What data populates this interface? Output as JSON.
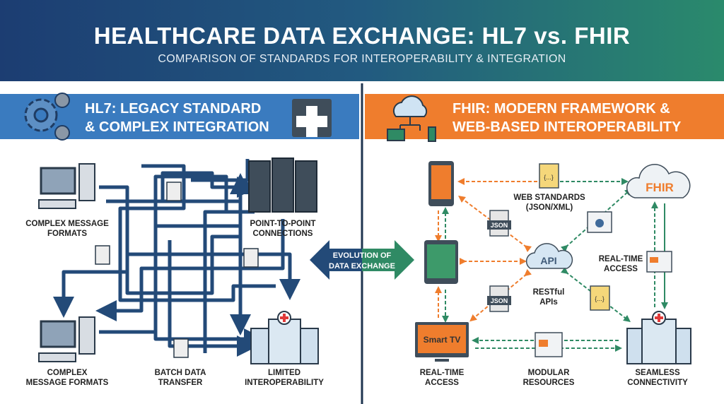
{
  "header": {
    "title": "HEALTHCARE DATA EXCHANGE: HL7 vs. FHIR",
    "subtitle": "COMPARISON OF STANDARDS FOR INTEROPERABILITY & INTEGRATION"
  },
  "hl7": {
    "heading_line1": "HL7: LEGACY STANDARD",
    "heading_line2": "& COMPLEX INTEGRATION",
    "labels": {
      "top_left_1": "COMPLEX MESSAGE",
      "top_left_2": "FORMATS",
      "top_right_1": "POINT-TO-POINT",
      "top_right_2": "CONNECTIONS",
      "bottom_left_1": "COMPLEX",
      "bottom_left_2": "MESSAGE FORMATS",
      "bottom_mid_1": "BATCH DATA",
      "bottom_mid_2": "TRANSFER",
      "bottom_right_1": "LIMITED",
      "bottom_right_2": "INTEROPERABILITY"
    }
  },
  "center_arrow": {
    "line1": "EVOLUTION OF",
    "line2": "DATA EXCHANGE"
  },
  "fhir": {
    "heading_line1": "FHIR: MODERN FRAMEWORK &",
    "heading_line2": "WEB-BASED INTEROPERABILITY",
    "cloud_label": "FHIR",
    "api_label": "API",
    "tv_label": "Smart TV",
    "json_1": "JSON",
    "json_2": "JSON",
    "code_1": "{...}",
    "code_2": "{...}",
    "labels": {
      "web_1": "WEB STANDARDS",
      "web_2": "(JSON/XML)",
      "rest_1": "RESTful",
      "rest_2": "APIs",
      "rt_right_1": "REAL-TIME",
      "rt_right_2": "ACCESS",
      "rt_bottom_1": "REAL-TIME",
      "rt_bottom_2": "ACCESS",
      "mod_1": "MODULAR",
      "mod_2": "RESOURCES",
      "seam_1": "SEAMLESS",
      "seam_2": "CONNECTIVITY"
    }
  },
  "colors": {
    "blue": "#3a7bbf",
    "orange": "#ef7d2d",
    "green": "#2f8a64",
    "navy": "#234a78"
  }
}
